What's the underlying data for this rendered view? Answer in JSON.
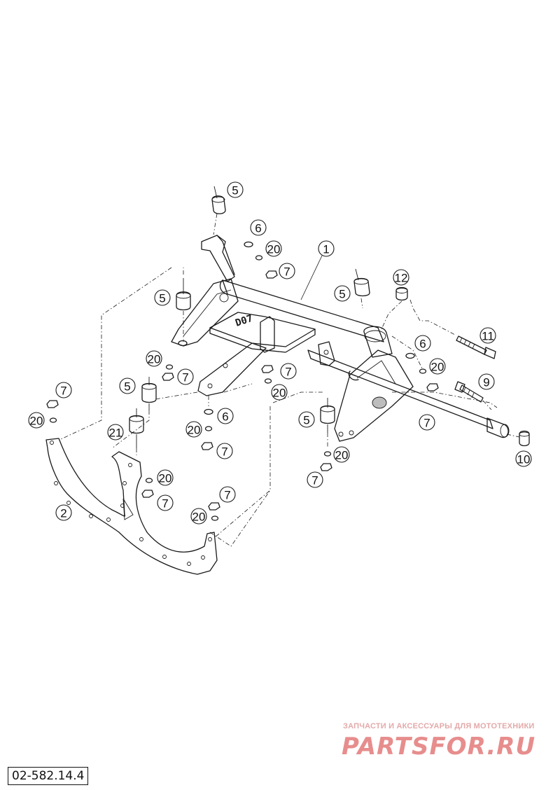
{
  "document_number": "02-582.14.4",
  "watermark": {
    "tagline": "ЗАПЧАСТИ И АКСЕССУАРЫ ДЛЯ МОТОТЕХНИКИ",
    "brand": "PARTSFOR.RU"
  },
  "frame_stamp": "D07",
  "callouts": [
    {
      "id": "c-1",
      "label": "1"
    },
    {
      "id": "c-2",
      "label": "2"
    },
    {
      "id": "c-5a",
      "label": "5"
    },
    {
      "id": "c-5b",
      "label": "5"
    },
    {
      "id": "c-5c",
      "label": "5"
    },
    {
      "id": "c-5d",
      "label": "5"
    },
    {
      "id": "c-5e",
      "label": "5"
    },
    {
      "id": "c-6a",
      "label": "6"
    },
    {
      "id": "c-6b",
      "label": "6"
    },
    {
      "id": "c-6c",
      "label": "6"
    },
    {
      "id": "c-7a",
      "label": "7"
    },
    {
      "id": "c-7b",
      "label": "7"
    },
    {
      "id": "c-7c",
      "label": "7"
    },
    {
      "id": "c-7d",
      "label": "7"
    },
    {
      "id": "c-7e",
      "label": "7"
    },
    {
      "id": "c-7f",
      "label": "7"
    },
    {
      "id": "c-7g",
      "label": "7"
    },
    {
      "id": "c-7h",
      "label": "7"
    },
    {
      "id": "c-7i",
      "label": "7"
    },
    {
      "id": "c-9",
      "label": "9"
    },
    {
      "id": "c-10",
      "label": "10"
    },
    {
      "id": "c-11",
      "label": "11"
    },
    {
      "id": "c-12",
      "label": "12"
    },
    {
      "id": "c-20a",
      "label": "20"
    },
    {
      "id": "c-20b",
      "label": "20"
    },
    {
      "id": "c-20c",
      "label": "20"
    },
    {
      "id": "c-20d",
      "label": "20"
    },
    {
      "id": "c-20e",
      "label": "20"
    },
    {
      "id": "c-20f",
      "label": "20"
    },
    {
      "id": "c-20g",
      "label": "20"
    },
    {
      "id": "c-20h",
      "label": "20"
    },
    {
      "id": "c-20i",
      "label": "20"
    },
    {
      "id": "c-21",
      "label": "21"
    }
  ]
}
